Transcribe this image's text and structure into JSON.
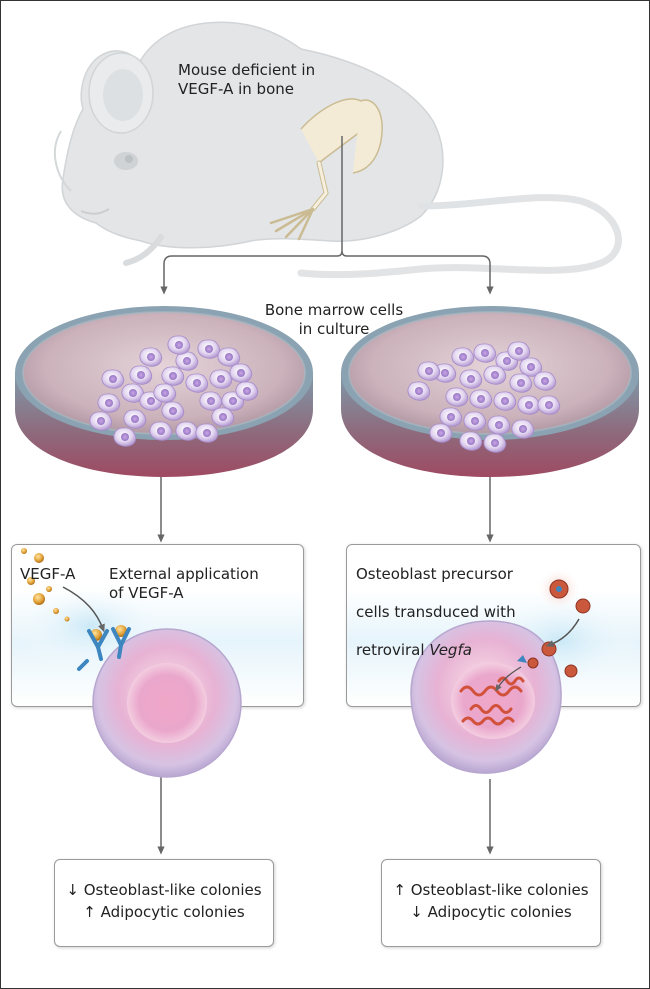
{
  "labels": {
    "mouse": "Mouse deficient in\nVEGF-A in bone",
    "culture": "Bone marrow cells\nin culture",
    "vegf_tag": "VEGF-A",
    "external": "External application\nof VEGF-A",
    "transduced_line1": "Osteoblast precursor",
    "transduced_line2": "cells transduced with",
    "transduced_prefix": "retroviral ",
    "transduced_gene": "Vegfa"
  },
  "outcomes": {
    "left": [
      "↓ Osteoblast-like colonies",
      "↑ Adipocytic colonies"
    ],
    "right": [
      "↑ Osteoblast-like colonies",
      "↓ Adipocytic colonies"
    ]
  },
  "colors": {
    "mouse": "#dfe1e2",
    "bone": "#efe6cf",
    "dish_rim": "#7d97a8",
    "dish_fill": "#c9b0b9",
    "cell": "#cdb8e3",
    "vegf_dot": "#e0a43a",
    "receptor": "#3d86bf",
    "virus": "#c85a3c"
  }
}
